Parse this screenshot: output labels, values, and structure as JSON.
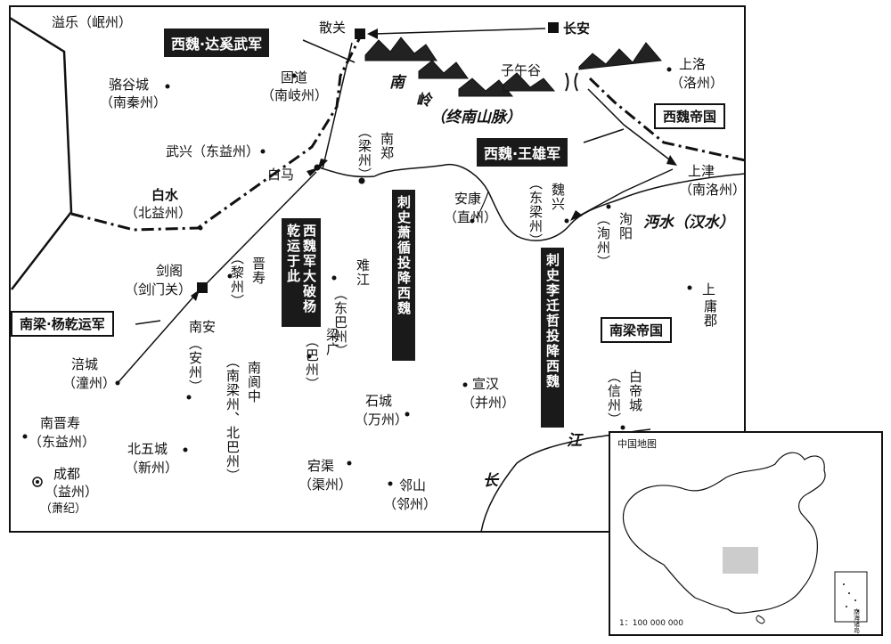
{
  "title_box": {
    "west_wei_empire": "西魏帝国",
    "south_liang_empire": "南梁帝国"
  },
  "army_labels": {
    "daxi_wu": "西魏·达奚武军",
    "wang_xiong": "西魏·王雄军",
    "yang_qianyun": "南梁·杨乾运军"
  },
  "banners": {
    "banner_1": "西魏军大破杨乾运于此",
    "banner_2": "刺史萧循投降西魏",
    "banner_3": "刺史李迁哲投降西魏"
  },
  "terrain": {
    "nanling_1": "南",
    "nanling_2": "岭",
    "zhongnan": "（终南山脉）",
    "mianshui": "沔水（汉水）",
    "jiang": "江",
    "chang": "长"
  },
  "places": {
    "yile": "溢乐（岷州）",
    "sanguan": "散关",
    "changan": "长安",
    "luogu_1": "骆谷城",
    "luogu_2": "（南秦州）",
    "gudao_1": "固道",
    "gudao_2": "（南岐州）",
    "ziwu": "子午谷",
    "shangluo_1": "上洛",
    "shangluo_2": "（洛州）",
    "wuxing": "武兴（东益州）",
    "baima": "白马",
    "nanzheng_1": "南郑",
    "nanzheng_2": "（梁州）",
    "shangjin_1": "上津",
    "shangjin_2": "（南洛州）",
    "baishui_1": "白水",
    "baishui_2": "（北益州）",
    "ankang_1": "安康",
    "ankang_2": "（直州）",
    "weixing_1": "魏兴",
    "weixing_2": "（东梁州）",
    "xunyang_1": "洵阳",
    "xunyang_2": "（洵州）",
    "jiange_1": "剑阁",
    "jiange_2": "（剑门关）",
    "jinshou_1": "晋寿",
    "jinshou_2": "（黎州）",
    "nanjiang_1": "难江",
    "nanjiang_2": "（东巴州）",
    "shangyong_1": "上",
    "shangyong_2": "庸郡",
    "nanan_1": "南安",
    "nanan_2": "（安州）",
    "liangguang_1": "梁广",
    "liangguang_2": "（巴州）",
    "fucheng_1": "涪城",
    "fucheng_2": "（潼州）",
    "langzhong_1": "南阆中",
    "langzhong_2": "（南梁州、北巴州）",
    "shicheng_1": "石城",
    "shicheng_2": "（万州）",
    "xuanhan_1": "宣汉",
    "xuanhan_2": "（并州）",
    "baidi_1": "白帝城",
    "baidi_2": "（信州）",
    "nanjinshou_1": "南晋寿",
    "nanjinshou_2": "（东益州）",
    "beiwu_1": "北五城",
    "beiwu_2": "（新州）",
    "chengdu_1": "成都",
    "chengdu_2": "（益州）",
    "chengdu_3": "（萧纪）",
    "dangqu_1": "宕渠",
    "dangqu_2": "（渠州）",
    "linshan_1": "邻山",
    "linshan_2": "（邻州）"
  },
  "inset": {
    "title": "中国地图",
    "scale": "1：100 000 000",
    "nanhai": "南海诸岛"
  },
  "colors": {
    "line": "#111111",
    "banner_bg": "#1a1a1a",
    "highlight": "#cccccc"
  }
}
